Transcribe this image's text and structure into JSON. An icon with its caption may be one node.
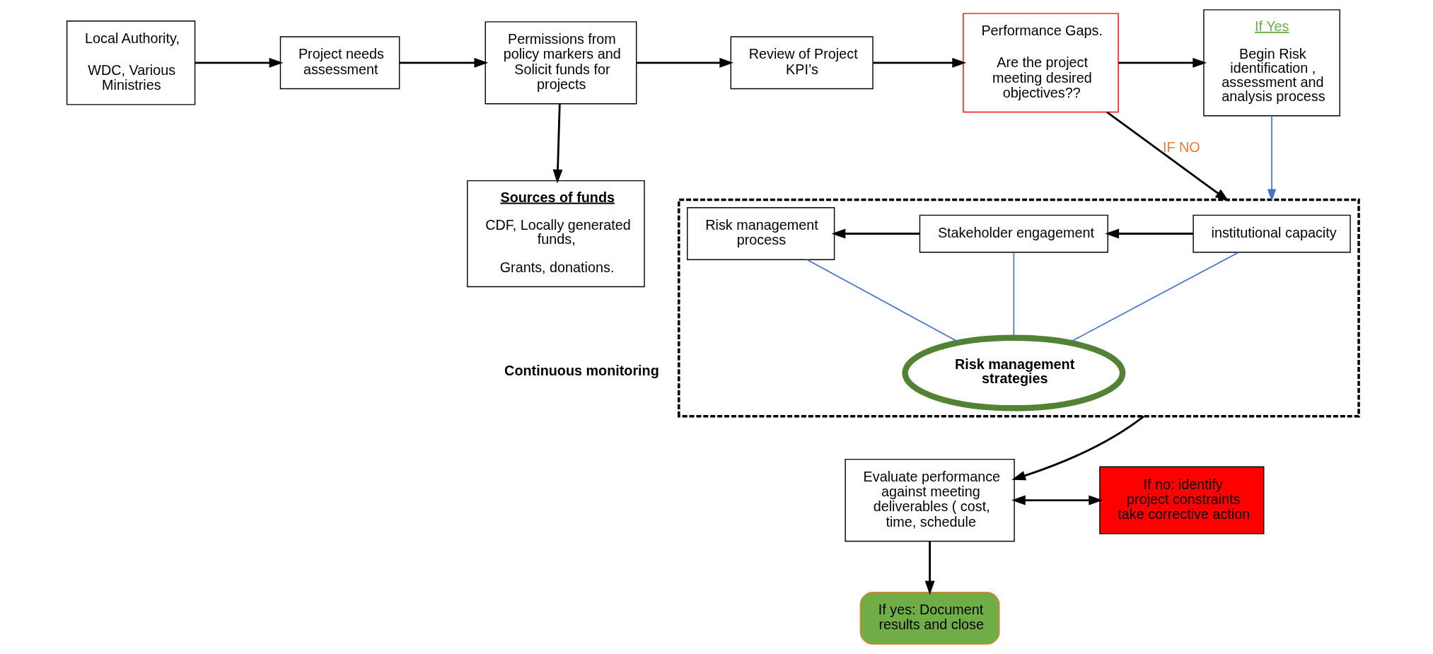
{
  "diagram": {
    "nodes": [
      {
        "text": [
          "Local Authority,",
          "WDC, Various Ministries"
        ]
      },
      {
        "text": [
          "Project needs assessment"
        ]
      },
      {
        "text": [
          "Permissions from policy markers and Solicit funds for projects"
        ]
      },
      {
        "text": [
          "Sources of funds",
          "CDF, Locally generated funds,",
          "Grants, donations."
        ]
      },
      {
        "text": [
          "Review of Project KPI’s"
        ]
      },
      {
        "text": [
          "Performance Gaps.",
          "Are the project meeting desired objectives??"
        ]
      },
      {
        "text": [
          "If Yes",
          "Begin Risk identification , assessment and analysis process"
        ]
      },
      {
        "text": [],
        "shape": "box"
      },
      {
        "text": [
          "institutional capacity"
        ],
        "in": 7
      },
      {
        "text": [
          "Stakeholder engagement"
        ],
        "in": 7
      },
      {
        "text": [
          "Risk management process"
        ],
        "in": 7
      },
      {
        "text": [
          "Risk management strategies"
        ],
        "in": 7
      },
      {
        "text": [
          "Evaluate performance against meeting deliverables ( cost, time, schedule"
        ]
      },
      {
        "text": [
          "If no: identify project constraints take corrective action"
        ]
      },
      {
        "text": [
          "If yes: Document results and close"
        ]
      }
    ],
    "edges": [
      {
        "from": 0,
        "to": 1,
        "arrow": "to"
      },
      {
        "from": 1,
        "to": 2,
        "arrow": "to"
      },
      {
        "from": 2,
        "to": 4,
        "arrow": "to"
      },
      {
        "from": 2,
        "to": 3,
        "arrow": "to"
      },
      {
        "from": 4,
        "to": 5,
        "arrow": "to"
      },
      {
        "from": 5,
        "to": 6,
        "arrow": "to"
      },
      {
        "from": 5,
        "to": 7,
        "arrow": "to",
        "label": "IF NO"
      },
      {
        "from": 6,
        "to": 7,
        "arrow": "to",
        "color": "#4472c4"
      },
      {
        "from": 8,
        "to": 9,
        "arrow": "to"
      },
      {
        "from": 9,
        "to": 10,
        "arrow": "to"
      },
      {
        "from": 8,
        "to": 11,
        "arrow": "none",
        "color": "#4472c4"
      },
      {
        "from": 9,
        "to": 11,
        "arrow": "none",
        "color": "#4472c4"
      },
      {
        "from": 10,
        "to": 11,
        "arrow": "none",
        "color": "#4472c4"
      },
      {
        "from": 7,
        "to": 12,
        "arrow": "to"
      },
      {
        "from": 12,
        "to": 13,
        "arrow": "both"
      },
      {
        "from": 12,
        "to": 14,
        "arrow": "to"
      }
    ],
    "labels": [
      "Continuous monitoring"
    ]
  }
}
